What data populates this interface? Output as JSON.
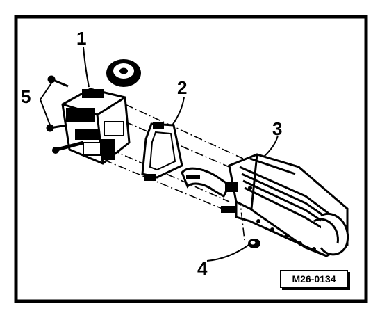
{
  "diagram": {
    "callouts": [
      "1",
      "2",
      "3",
      "4",
      "5"
    ],
    "reference_code": "M26-0134"
  }
}
